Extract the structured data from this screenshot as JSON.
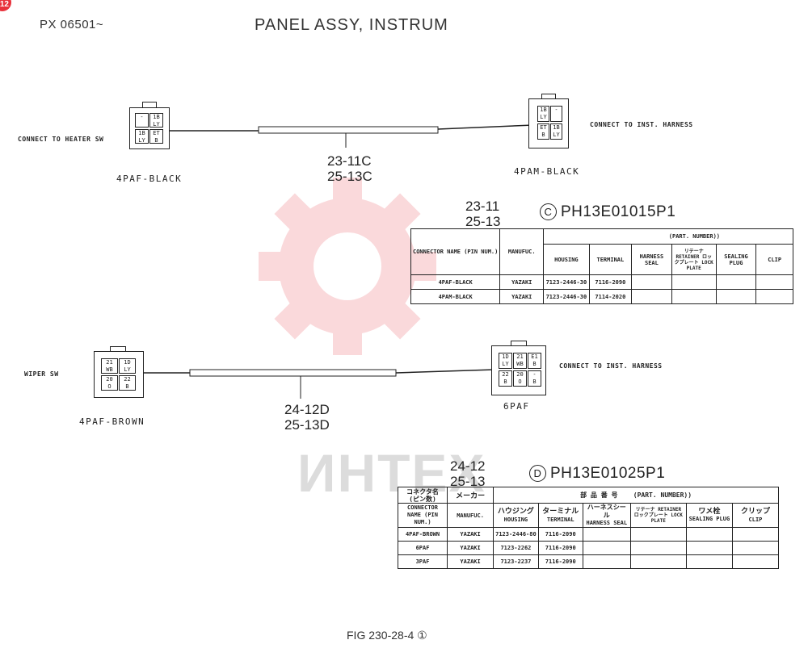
{
  "header": {
    "badge": "12",
    "model": "PX 06501~",
    "title": "PANEL ASSY,  INSTRUM"
  },
  "section_c": {
    "left_label": "CONNECT TO HEATER SW",
    "right_label": "CONNECT TO INST. HARNESS",
    "left_connector": "4PAF-BLACK",
    "right_connector": "4PAM-BLACK",
    "wire_ref_1": "23-11C",
    "wire_ref_2": "25-13C",
    "left_pins": [
      "-",
      "1B",
      "1B",
      "ET"
    ],
    "left_pins_b": [
      "",
      "LY",
      "LY",
      "B"
    ],
    "right_pins": [
      "1B",
      "-",
      "ET",
      "1B"
    ],
    "right_pins_b": [
      "LY",
      "",
      "B",
      "LY"
    ],
    "table_ref_1": "23-11",
    "table_ref_2": "25-13",
    "circle": "C",
    "part_number": "PH13E01015P1",
    "table": {
      "part_number_header": "(PART. NUMBER))",
      "h_connector": "CONNECTOR NAME (PIN NUM.)",
      "h_manuf": "MANUFUC.",
      "h_housing": "HOUSING",
      "h_terminal": "TERMINAL",
      "h_seal": "HARNESS SEAL",
      "h_retainer": "リテーナ RETAINER ロックプレート LOCK PLATE",
      "h_plug": "SEALING PLUG",
      "h_clip": "CLIP",
      "rows": [
        {
          "name": "4PAF-BLACK",
          "maker": "YAZAKI",
          "housing": "7123-2446-30",
          "terminal": "7116-2090"
        },
        {
          "name": "4PAM-BLACK",
          "maker": "YAZAKI",
          "housing": "7123-2446-30",
          "terminal": "7114-2020"
        }
      ]
    }
  },
  "section_d": {
    "left_label": "WIPER SW",
    "right_label": "CONNECT TO INST. HARNESS",
    "left_connector": "4PAF-BROWN",
    "right_connector": "6PAF",
    "wire_ref_1": "24-12D",
    "wire_ref_2": "25-13D",
    "left_pins": [
      "21",
      "1D",
      "20",
      "22"
    ],
    "left_pins_b": [
      "WB",
      "LY",
      "O",
      "B"
    ],
    "right_pins": [
      "1D",
      "21",
      "E1",
      "22",
      "20",
      "-"
    ],
    "right_pins_b": [
      "LY",
      "WB",
      "B",
      "B",
      "O",
      "B"
    ],
    "table_ref_1": "24-12",
    "table_ref_2": "25-13",
    "circle": "D",
    "part_number": "PH13E01025P1",
    "table": {
      "jp_connector": "コネクタ名 (ピン数)",
      "jp_maker": "メーカー",
      "jp_parts": "部 品 番 号",
      "part_number_header": "(PART. NUMBER))",
      "h_connector": "CONNECTOR NAME (PIN NUM.)",
      "h_manuf": "MANUFUC.",
      "jp_housing": "ハウジング",
      "h_housing": "HOUSING",
      "jp_terminal": "ターミナル",
      "h_terminal": "TERMINAL",
      "jp_seal": "ハーネスシール",
      "h_seal": "HARNESS SEAL",
      "h_retainer": "リテーナ RETAINER ロックプレート LOCK PLATE",
      "jp_plug": "ワメ栓",
      "h_plug": "SEALING PLUG",
      "jp_clip": "クリップ",
      "h_clip": "CLIP",
      "rows": [
        {
          "name": "4PAF-BROWN",
          "maker": "YAZAKI",
          "housing": "7123-2446-80",
          "terminal": "7116-2090"
        },
        {
          "name": "6PAF",
          "maker": "YAZAKI",
          "housing": "7123-2262",
          "terminal": "7116-2090"
        },
        {
          "name": "3PAF",
          "maker": "YAZAKI",
          "housing": "7123-2237",
          "terminal": "7116-2090"
        }
      ]
    }
  },
  "watermark": "ИНТЕХ",
  "figure_caption": "FIG 230-28-4 ①",
  "colors": {
    "badge": "#e8323c",
    "watermark": "#e8323c",
    "ink": "#222222"
  }
}
